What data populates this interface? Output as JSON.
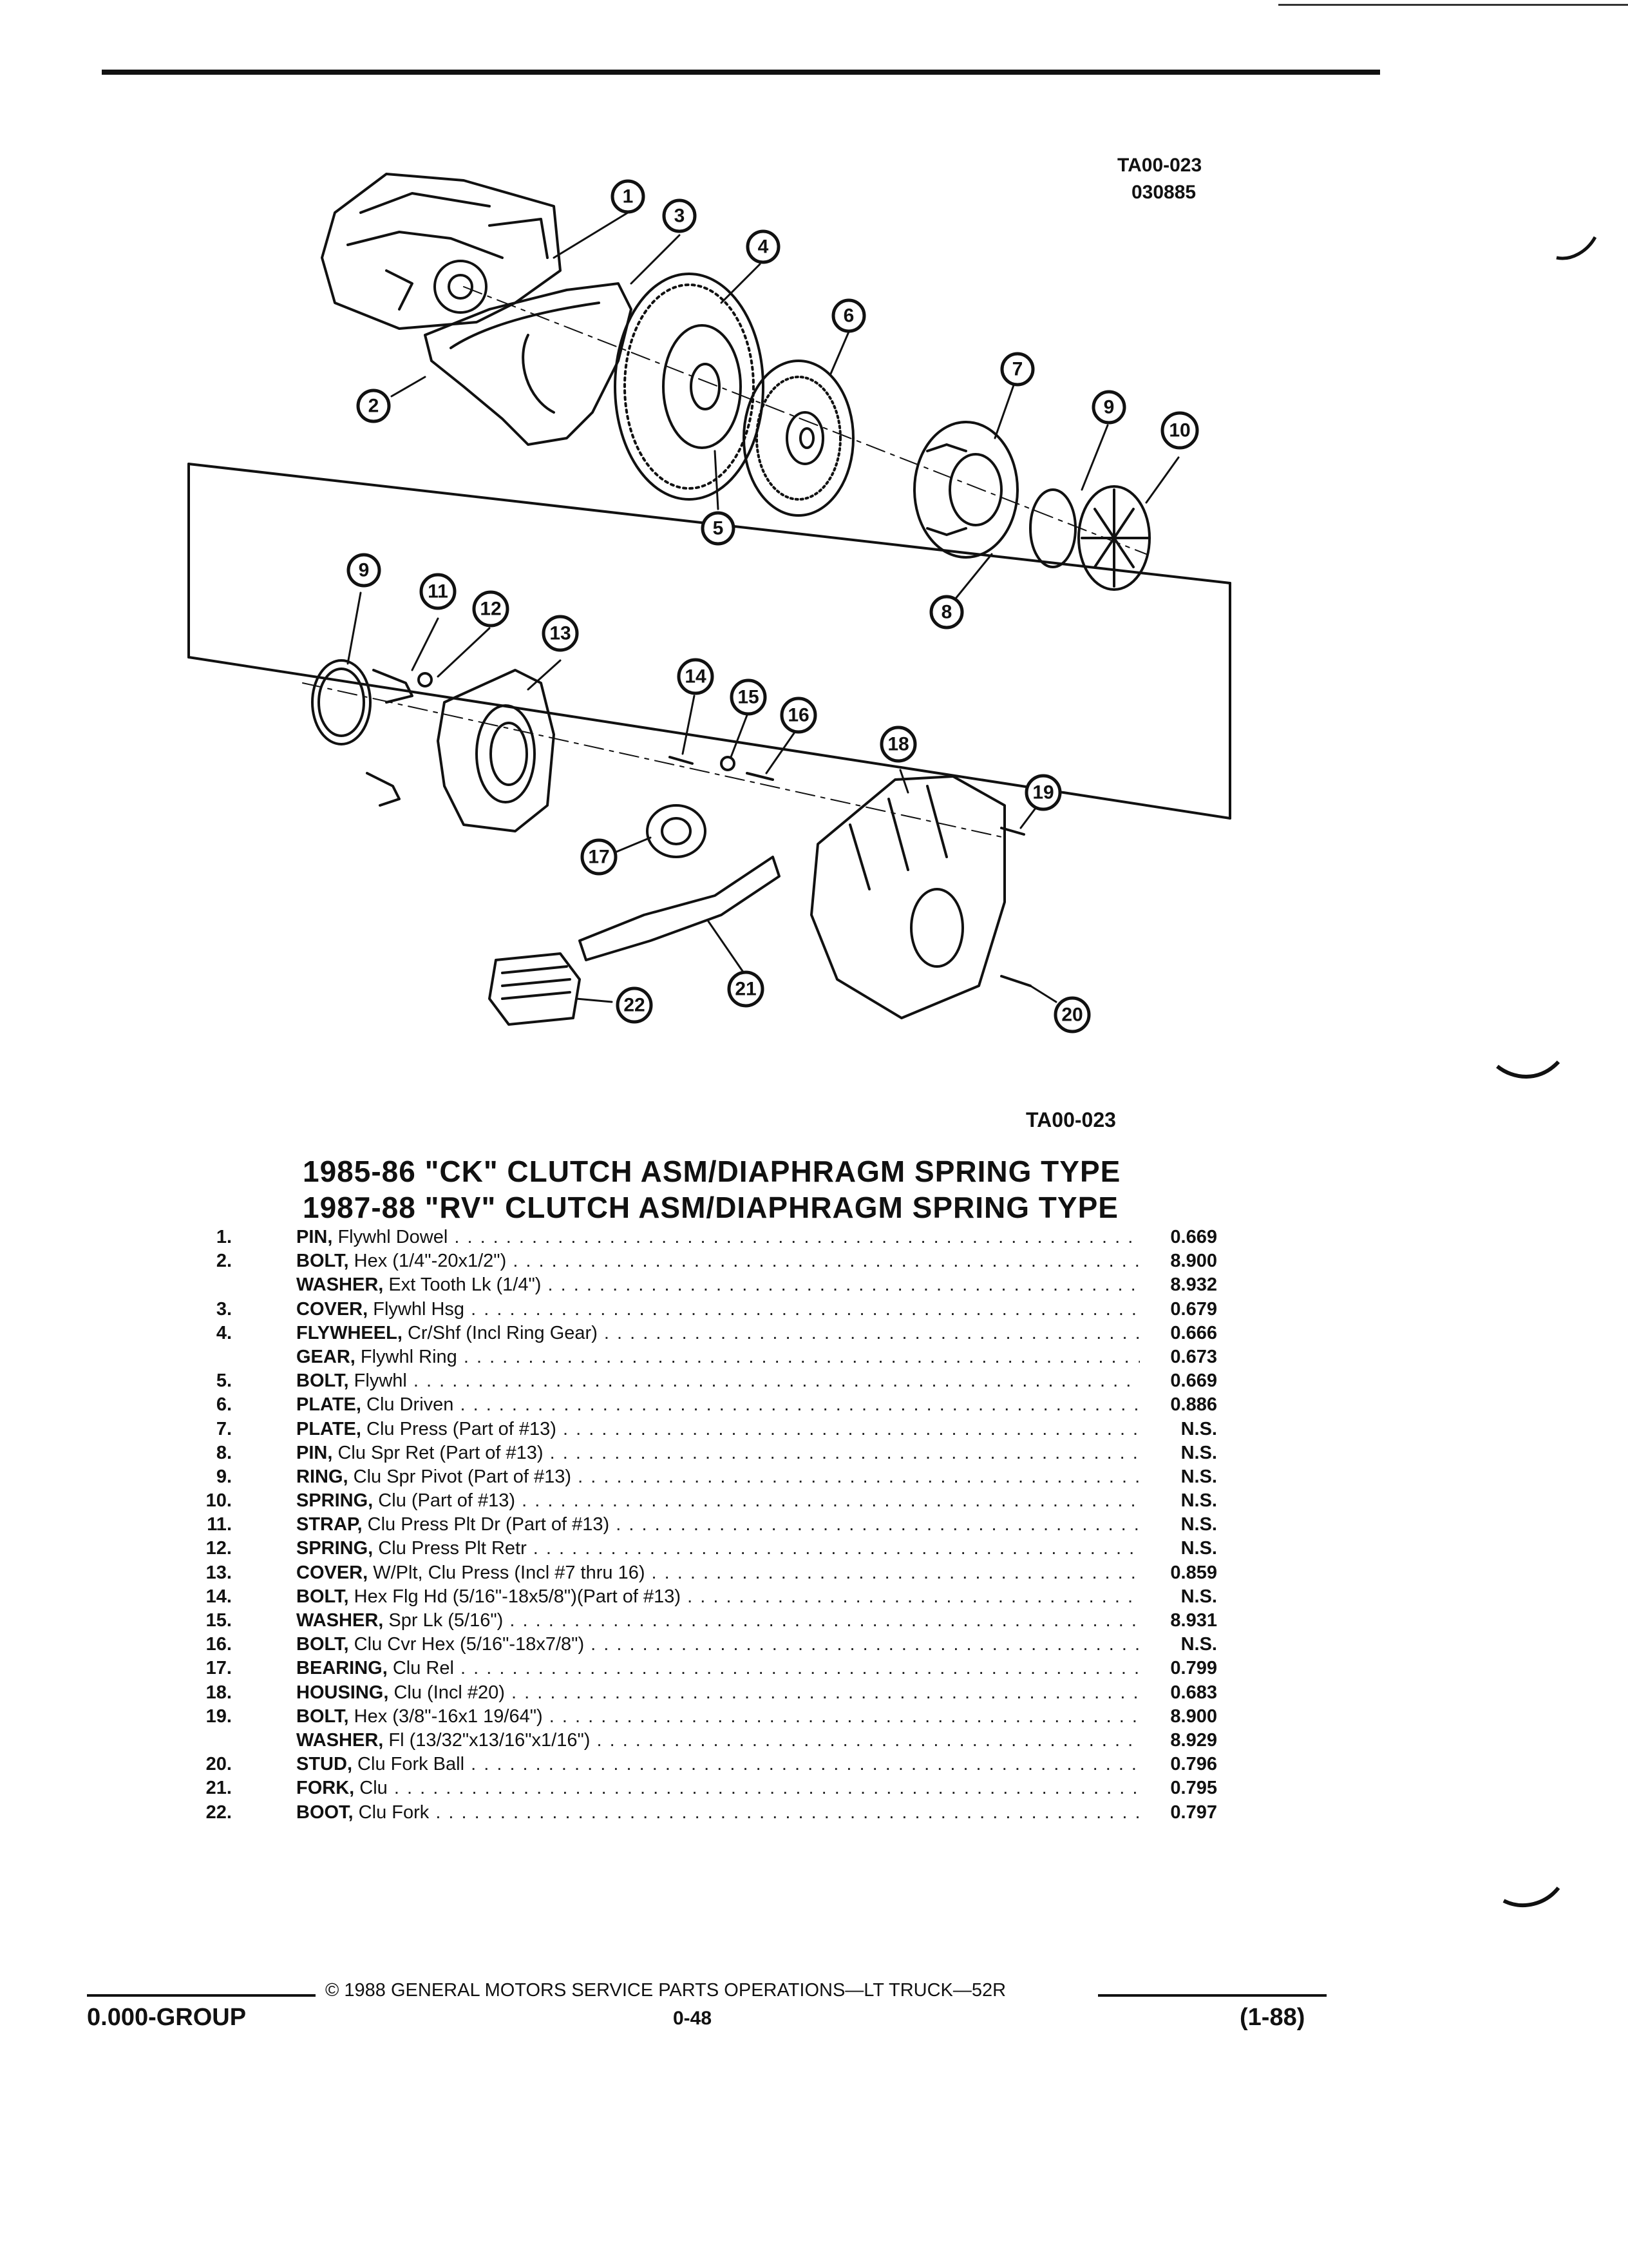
{
  "figure": {
    "id_top": "TA00-023",
    "code_top": "030885",
    "id_bottom": "TA00-023",
    "callouts": [
      "1",
      "2",
      "3",
      "4",
      "5",
      "6",
      "7",
      "8",
      "9",
      "10",
      "9",
      "11",
      "12",
      "13",
      "14",
      "15",
      "16",
      "17",
      "18",
      "19",
      "20",
      "21",
      "22"
    ]
  },
  "titles": [
    "1985-86 \"CK\" CLUTCH ASM/DIAPHRAGM SPRING TYPE",
    "1987-88 \"RV\" CLUTCH ASM/DIAPHRAGM SPRING TYPE"
  ],
  "parts": [
    {
      "num": "1.",
      "noun": "PIN,",
      "desc": " Flywhl Dowel",
      "pn": "0.669"
    },
    {
      "num": "2.",
      "noun": "BOLT,",
      "desc": " Hex (1/4\"-20x1/2\")",
      "pn": "8.900"
    },
    {
      "num": "",
      "noun": "WASHER,",
      "desc": " Ext Tooth Lk (1/4\")",
      "pn": "8.932"
    },
    {
      "num": "3.",
      "noun": "COVER,",
      "desc": " Flywhl Hsg",
      "pn": "0.679"
    },
    {
      "num": "4.",
      "noun": "FLYWHEEL,",
      "desc": " Cr/Shf (Incl Ring Gear)",
      "pn": "0.666"
    },
    {
      "num": "",
      "noun": "GEAR,",
      "desc": " Flywhl Ring",
      "pn": "0.673"
    },
    {
      "num": "5.",
      "noun": "BOLT,",
      "desc": " Flywhl",
      "pn": "0.669"
    },
    {
      "num": "6.",
      "noun": "PLATE,",
      "desc": " Clu Driven",
      "pn": "0.886"
    },
    {
      "num": "7.",
      "noun": "PLATE,",
      "desc": " Clu Press (Part of #13)",
      "pn": "N.S."
    },
    {
      "num": "8.",
      "noun": "PIN,",
      "desc": " Clu Spr Ret (Part of #13)",
      "pn": "N.S."
    },
    {
      "num": "9.",
      "noun": "RING,",
      "desc": " Clu Spr Pivot (Part of #13)",
      "pn": "N.S."
    },
    {
      "num": "10.",
      "noun": "SPRING,",
      "desc": " Clu (Part of #13)",
      "pn": "N.S."
    },
    {
      "num": "11.",
      "noun": "STRAP,",
      "desc": " Clu Press Plt Dr (Part of #13)",
      "pn": "N.S."
    },
    {
      "num": "12.",
      "noun": "SPRING,",
      "desc": " Clu Press Plt Retr",
      "pn": "N.S."
    },
    {
      "num": "13.",
      "noun": "COVER,",
      "desc": " W/Plt, Clu Press (Incl #7 thru 16)",
      "pn": "0.859"
    },
    {
      "num": "14.",
      "noun": "BOLT,",
      "desc": " Hex Flg Hd (5/16\"-18x5/8\")(Part of #13)",
      "pn": "N.S."
    },
    {
      "num": "15.",
      "noun": "WASHER,",
      "desc": " Spr Lk (5/16\")",
      "pn": "8.931"
    },
    {
      "num": "16.",
      "noun": "BOLT,",
      "desc": " Clu Cvr Hex (5/16\"-18x7/8\")",
      "pn": "N.S."
    },
    {
      "num": "17.",
      "noun": "BEARING,",
      "desc": " Clu Rel",
      "pn": "0.799"
    },
    {
      "num": "18.",
      "noun": "HOUSING,",
      "desc": " Clu (Incl #20)",
      "pn": "0.683"
    },
    {
      "num": "19.",
      "noun": "BOLT,",
      "desc": " Hex (3/8\"-16x1 19/64\")",
      "pn": "8.900"
    },
    {
      "num": "",
      "noun": "WASHER,",
      "desc": " Fl (13/32\"x13/16\"x1/16\")",
      "pn": "8.929"
    },
    {
      "num": "20.",
      "noun": "STUD,",
      "desc": " Clu Fork Ball",
      "pn": "0.796"
    },
    {
      "num": "21.",
      "noun": "FORK,",
      "desc": " Clu",
      "pn": "0.795"
    },
    {
      "num": "22.",
      "noun": "BOOT,",
      "desc": " Clu Fork",
      "pn": "0.797"
    }
  ],
  "footer": {
    "copyright": "© 1988 GENERAL MOTORS SERVICE PARTS OPERATIONS—LT TRUCK—52R",
    "group": "0.000-GROUP",
    "page": "0-48",
    "date": "(1-88)"
  }
}
